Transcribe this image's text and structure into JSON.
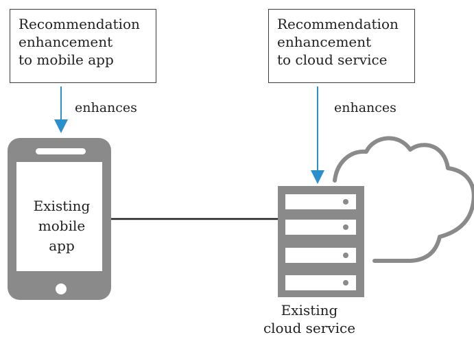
{
  "diagram": {
    "left_box": {
      "text": "Recommendation\nenhancement\nto mobile app"
    },
    "right_box": {
      "text": "Recommendation\nenhancement\nto cloud service"
    },
    "left_relation": "enhances",
    "right_relation": "enhances",
    "phone_label": "Existing\nmobile\napp",
    "cloud_service_label": "Existing\ncloud service",
    "colors": {
      "arrow": "#2a8fca",
      "device_gray": "#8a8a8a",
      "connector": "#1f1f1f"
    },
    "icons": {
      "mobile_device": "mobile-phone-icon",
      "server": "server-rack-icon",
      "cloud": "cloud-outline-icon"
    }
  }
}
